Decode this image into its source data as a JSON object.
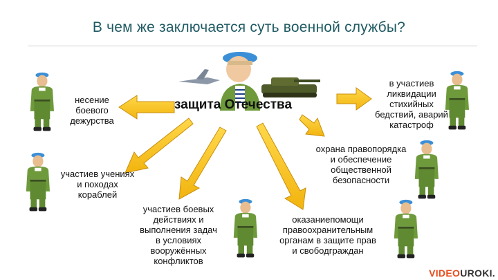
{
  "title": "В чем же заключается суть военной службы?",
  "center": "защита Отечества",
  "items": {
    "combat_duty": "несение\nбоевого\nдежурства",
    "exercises": "участиев учениях\nи походах\nкораблей",
    "armed_conflicts": "участиев боевых\nдействиях и\nвыполнения задач\nв условиях\nвооружённых\nконфликтов",
    "law_assist": "оказаниепомощи\nправоохранительным\nорганам в защите прав\nи свободграждан",
    "public_order": "охрана правопорядка\nи обеспечение\nобщественной\nбезопасности",
    "disasters": "в участиев\nликвидации\nстихийных\nбедствий, аварий\nкатастроф"
  },
  "logo": {
    "part1": "VIDEO",
    "part2": "UROKI.",
    "accent": "#e84b1b"
  },
  "colors": {
    "arrow_fill": "#f6c21b",
    "arrow_stroke": "#d49a10",
    "title": "#1f5a63",
    "uniform": "#6e9a3c"
  }
}
